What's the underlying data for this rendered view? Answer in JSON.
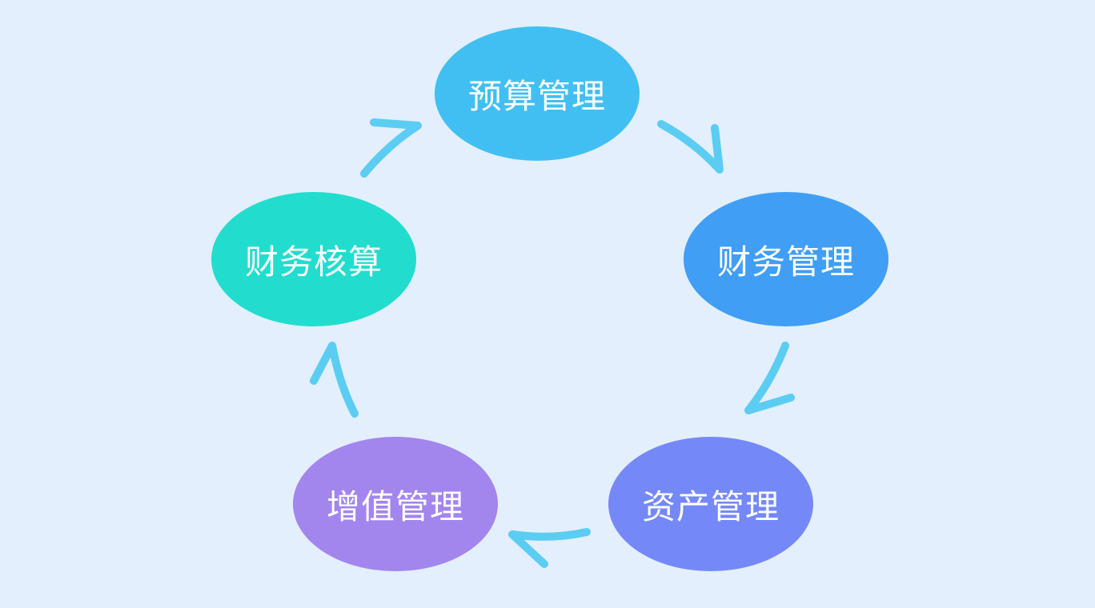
{
  "colors": {
    "background": "#E3EFFC",
    "arrow": "#5BCDF2",
    "budget": "#42BFF2",
    "finance": "#409EF5",
    "asset": "#7489F7",
    "value_added": "#A385EE",
    "accounting": "#22DDCE"
  },
  "nodes": [
    {
      "label": "预算管理"
    },
    {
      "label": "财务管理"
    },
    {
      "label": "资产管理"
    },
    {
      "label": "增值管理"
    },
    {
      "label": "财务核算"
    }
  ]
}
